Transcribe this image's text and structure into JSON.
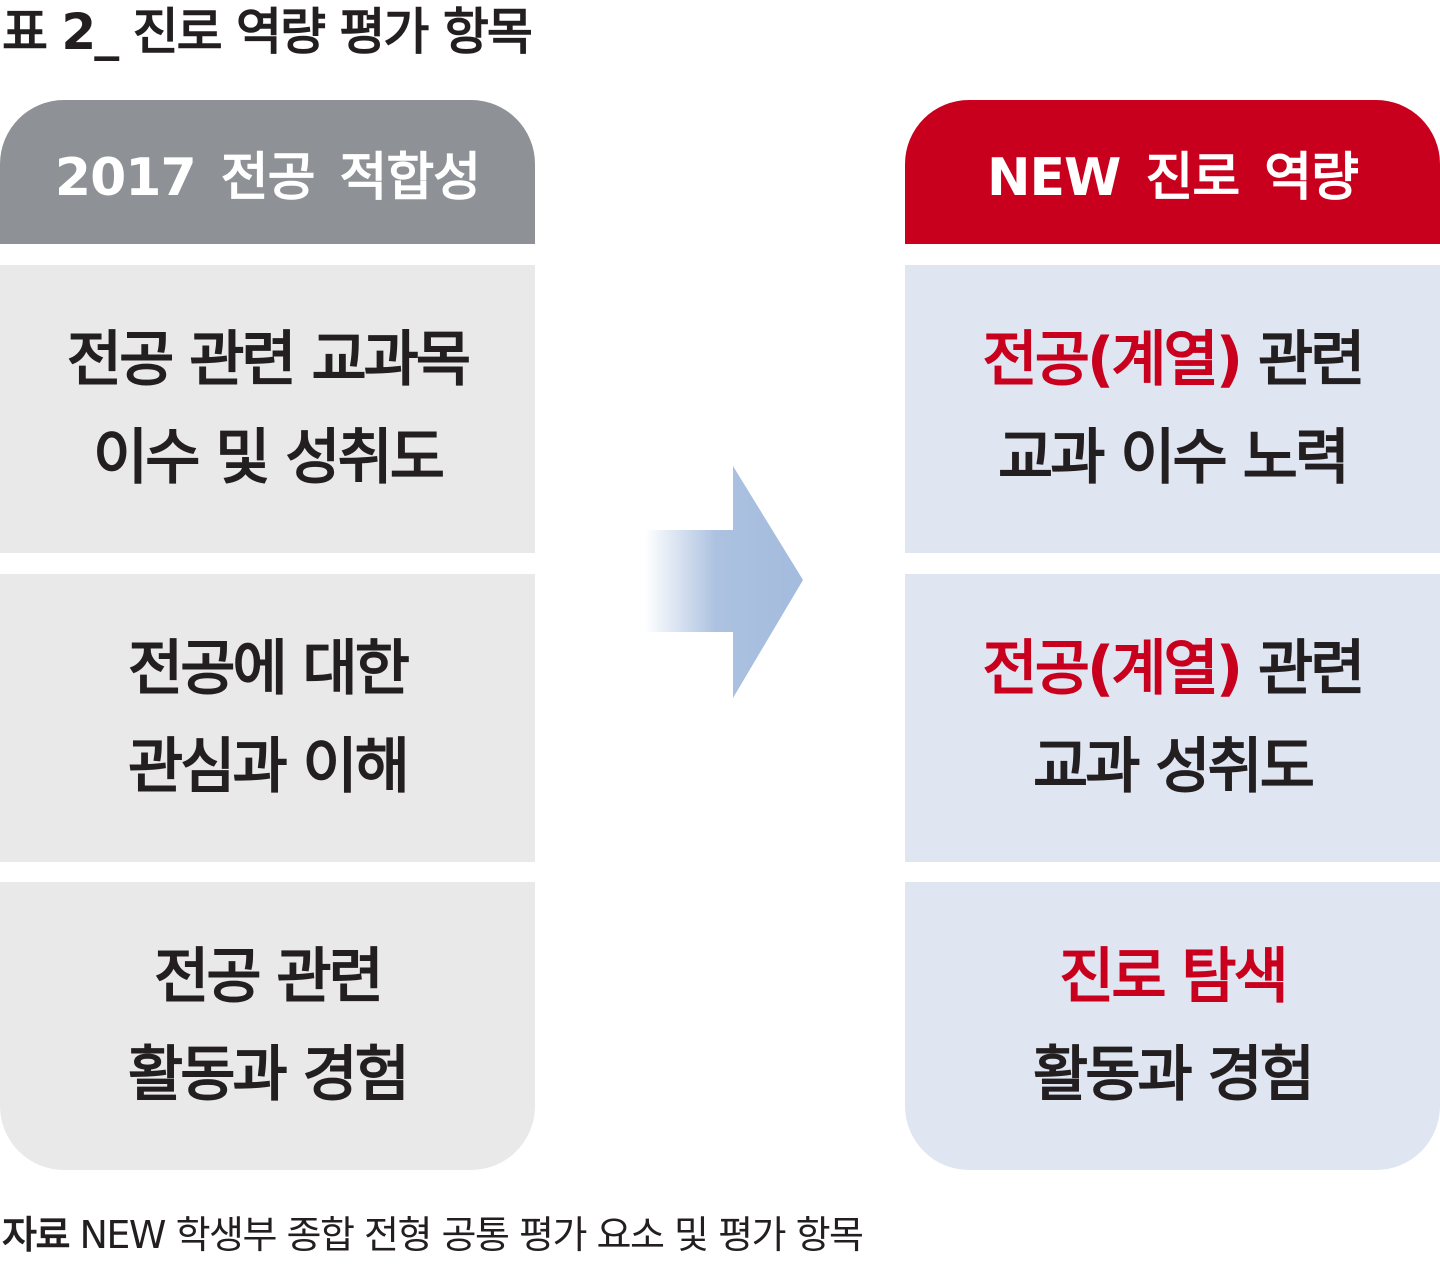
{
  "title": "표 2_ 진로 역량 평가 항목",
  "left": {
    "header": "2017 전공 적합성",
    "rows": [
      {
        "line1": "전공 관련 교과목",
        "line2": "이수 및 성취도"
      },
      {
        "line1": "전공에 대한",
        "line2": "관심과 이해"
      },
      {
        "line1": "전공 관련",
        "line2": "활동과 경험"
      }
    ]
  },
  "right": {
    "header": "NEW 진로 역량",
    "rows": [
      {
        "highlight": "전공(계열)",
        "rest": " 관련",
        "line2": "교과 이수 노력"
      },
      {
        "highlight": "전공(계열)",
        "rest": " 관련",
        "line2": "교과 성취도"
      },
      {
        "highlight": "진로 탐색",
        "rest": "",
        "line2": "활동과 경험"
      }
    ]
  },
  "source": {
    "label": "자료",
    "text": " NEW 학생부 종합 전형 공통 평가 요소 및 평가 항목"
  },
  "colors": {
    "left_header": "#8e9196",
    "left_cell": "#e9e9ea",
    "right_header": "#c8001e",
    "right_cell": "#dfe5f1",
    "highlight": "#c8001e",
    "arrow": "#a3bbdd"
  },
  "icons": {
    "arrow": "right-arrow-icon"
  }
}
